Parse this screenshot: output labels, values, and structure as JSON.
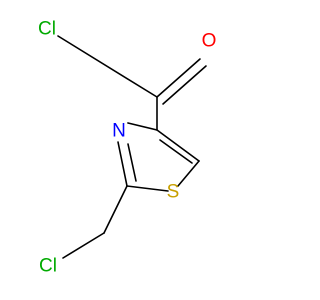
{
  "atoms": {
    "cl_acyl": {
      "symbol": "Cl",
      "color": "#00aa00"
    },
    "oxygen": {
      "symbol": "O",
      "color": "#ff0000"
    },
    "nitrogen": {
      "symbol": "N",
      "color": "#0000ff"
    },
    "sulfur": {
      "symbol": "S",
      "color": "#c8a000"
    },
    "cl_methyl": {
      "symbol": "Cl",
      "color": "#00aa00"
    }
  }
}
